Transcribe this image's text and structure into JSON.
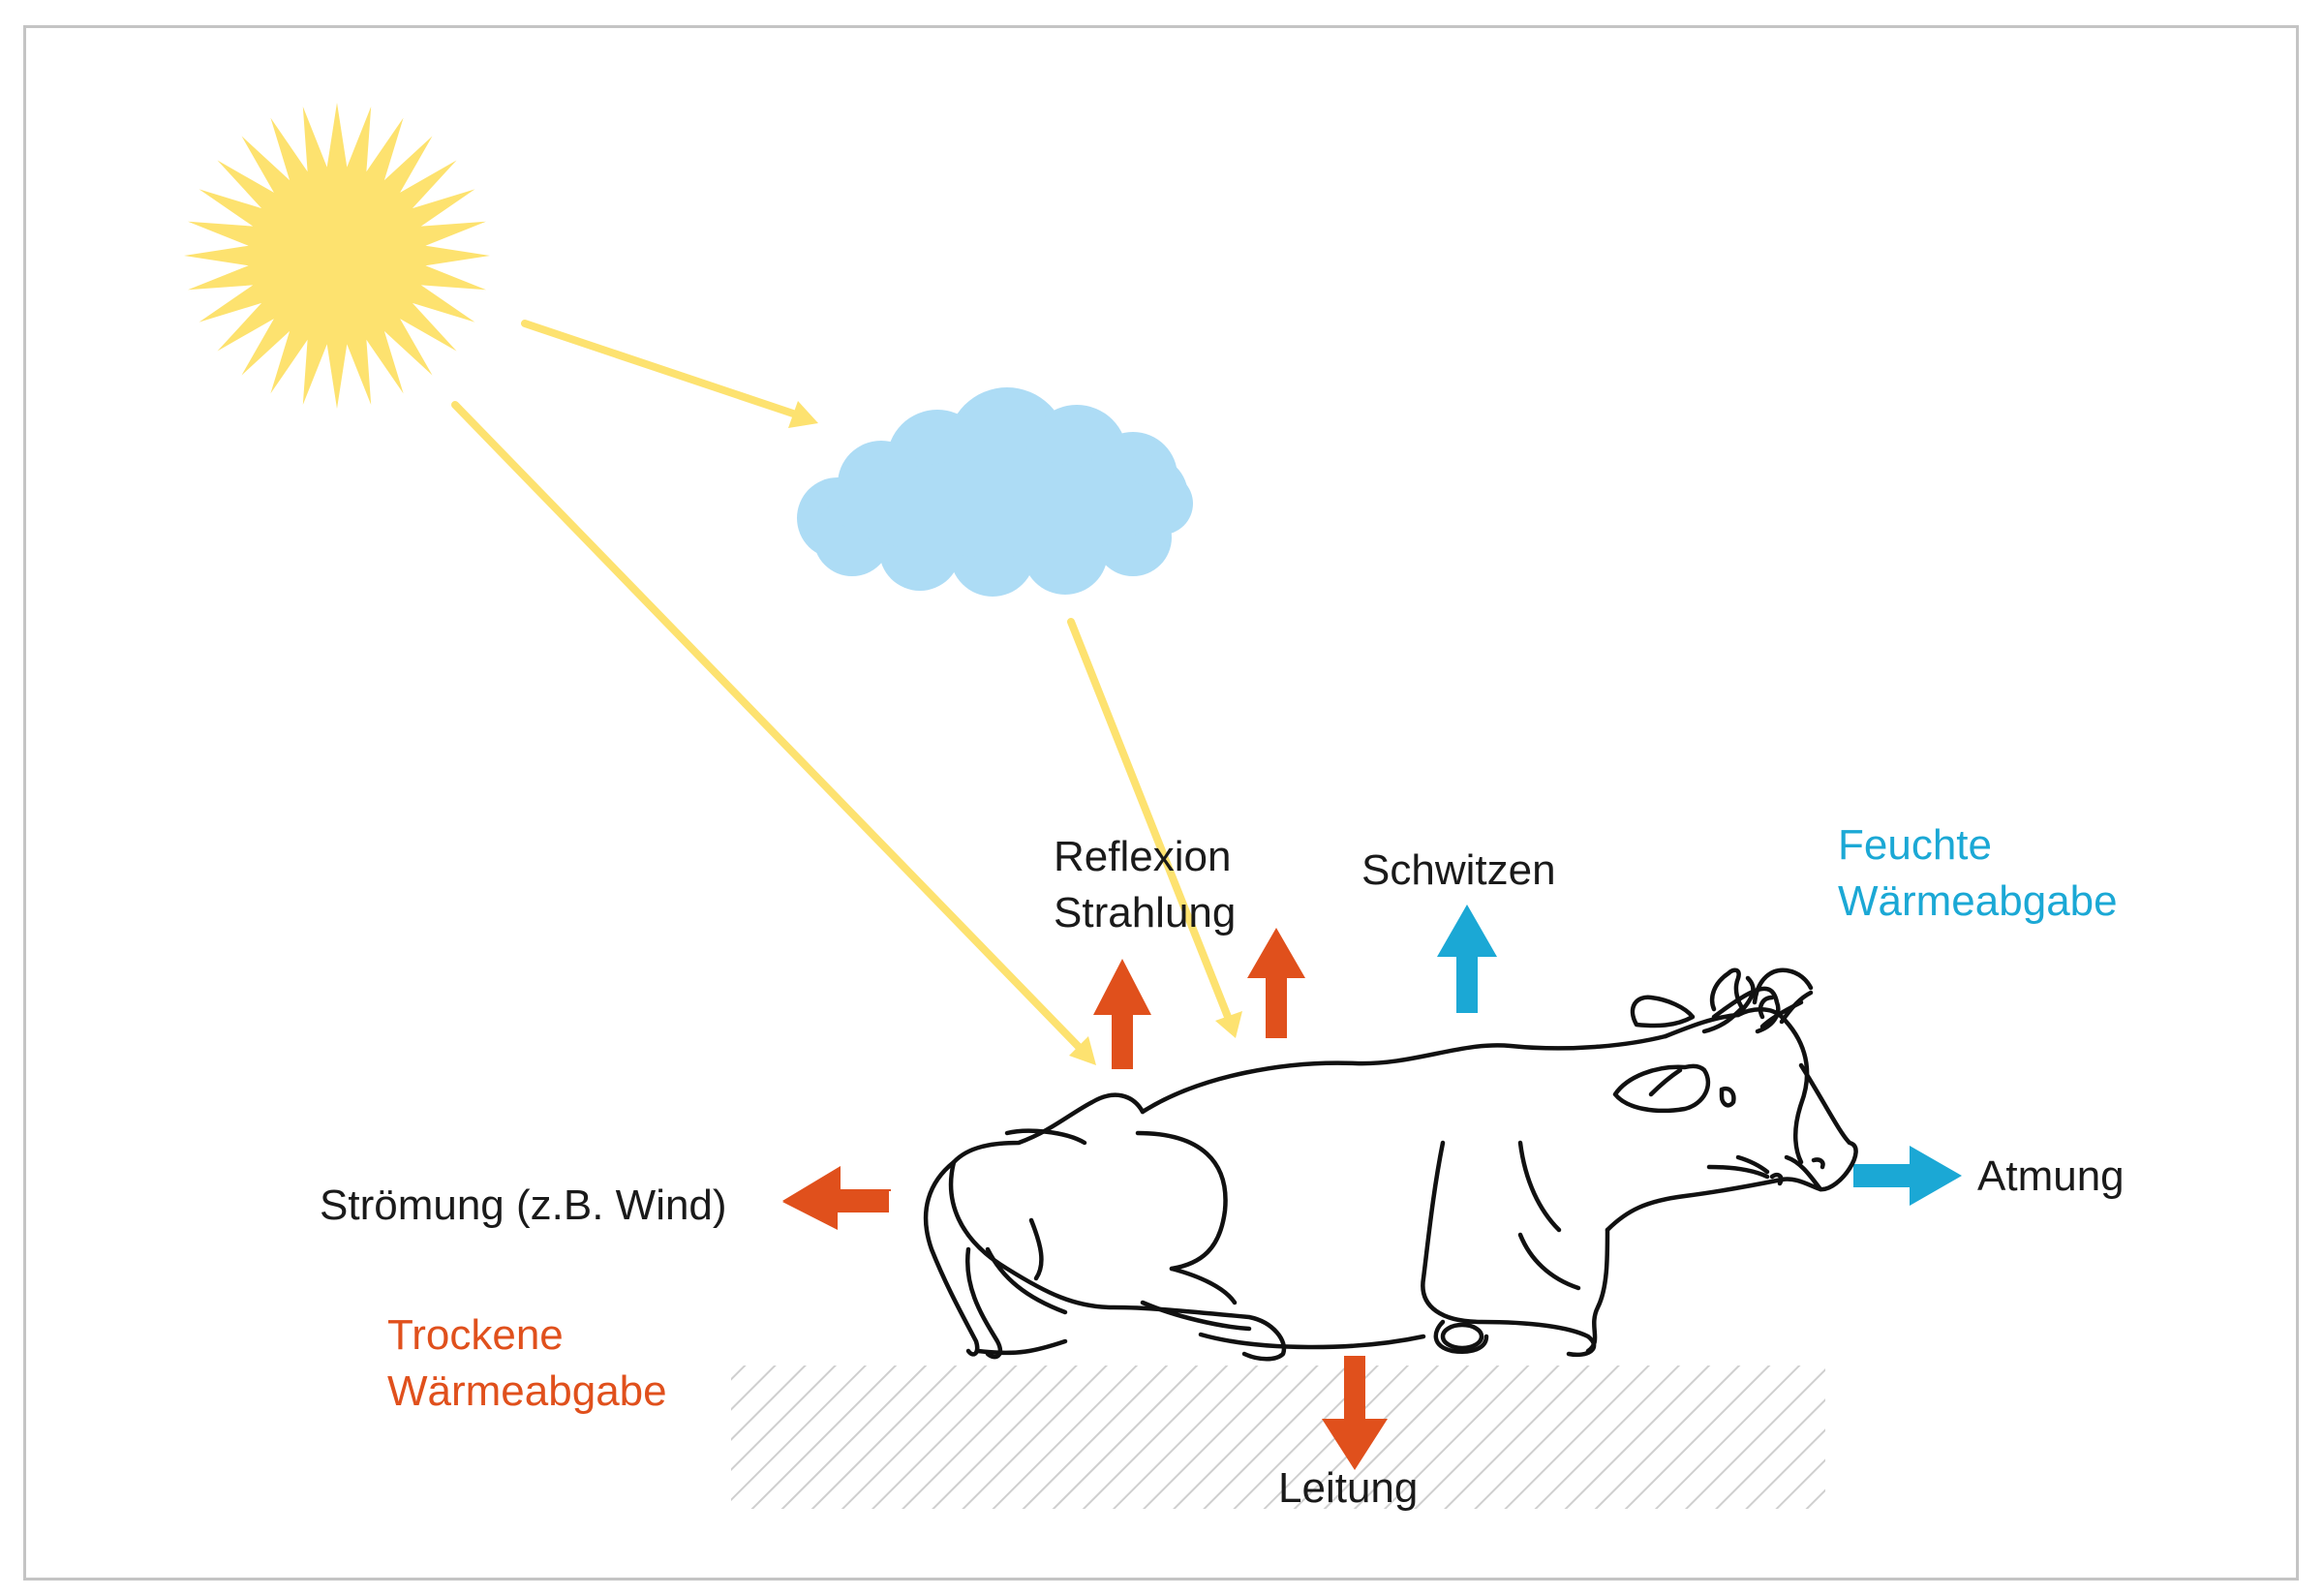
{
  "labels": {
    "reflexion_strahlung": [
      "Reflexion",
      "Strahlung"
    ],
    "schwitzen": "Schwitzen",
    "feuchte_waermeabgabe": [
      "Feuchte",
      "Wärmeabgabe"
    ],
    "stroemung": "Strömung (z.B. Wind)",
    "trockene_waermeabgabe": [
      "Trockene",
      "Wärmeabgabe"
    ],
    "atmung": "Atmung",
    "leitung": "Leitung"
  },
  "colors": {
    "sun": "#fde26f",
    "sun_ray": "#fde270",
    "cloud": "#addcf5",
    "dry_heat": "#e0501c",
    "moist_heat": "#1ba8d5",
    "ground_hatch": "#cfcfcf",
    "outline": "#111111",
    "frame": "#c4c4c4"
  },
  "icons": {
    "sun": "sun-icon",
    "cloud": "cloud-icon",
    "cow": "cow-icon"
  }
}
